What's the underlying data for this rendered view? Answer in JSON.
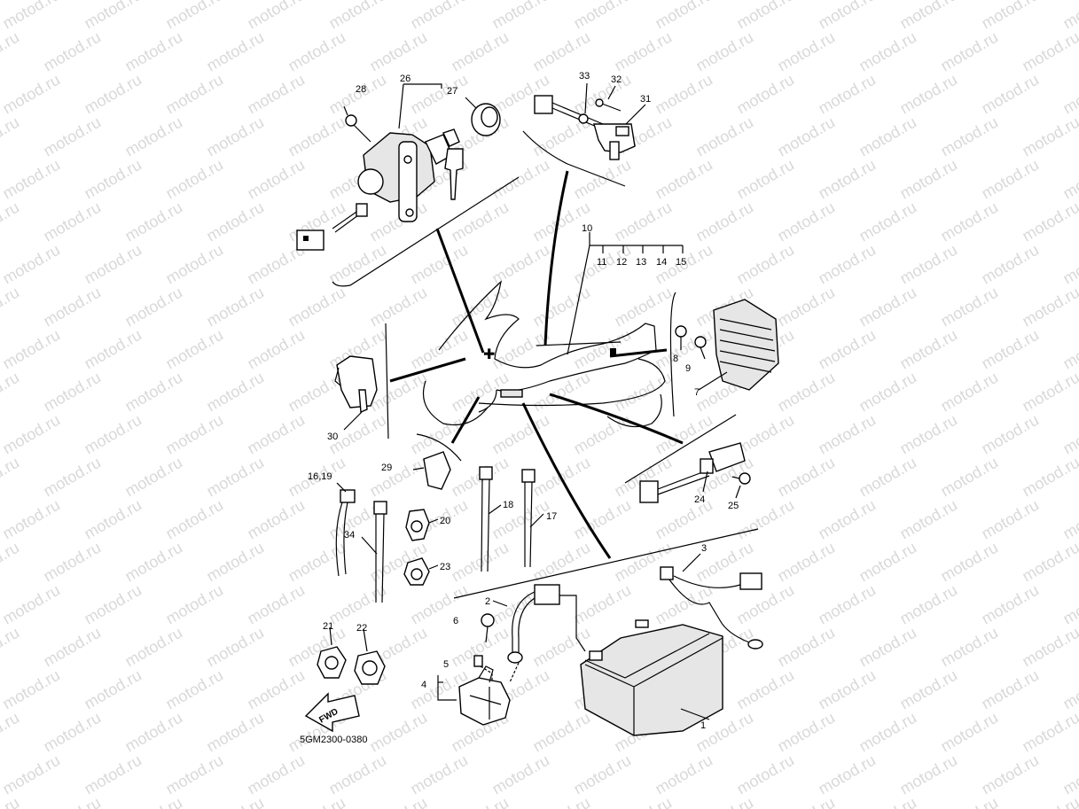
{
  "watermark": {
    "text": "motod.ru"
  },
  "diagram": {
    "code": "5GM2300-0380",
    "fwd": "FWD",
    "labels": {
      "l1": "1",
      "l2": "2",
      "l3": "3",
      "l4": "4",
      "l5": "5",
      "l6": "6",
      "l7": "7",
      "l8": "8",
      "l9": "9",
      "l10": "10",
      "l11": "11",
      "l12": "12",
      "l13": "13",
      "l14": "14",
      "l15": "15",
      "l1619": "16,19",
      "l17": "17",
      "l18": "18",
      "l20": "20",
      "l21": "21",
      "l22": "22",
      "l23": "23",
      "l24": "24",
      "l25": "25",
      "l26": "26",
      "l27": "27",
      "l28": "28",
      "l29": "29",
      "l30": "30",
      "l31": "31",
      "l32": "32",
      "l33": "33",
      "l34": "34"
    }
  }
}
